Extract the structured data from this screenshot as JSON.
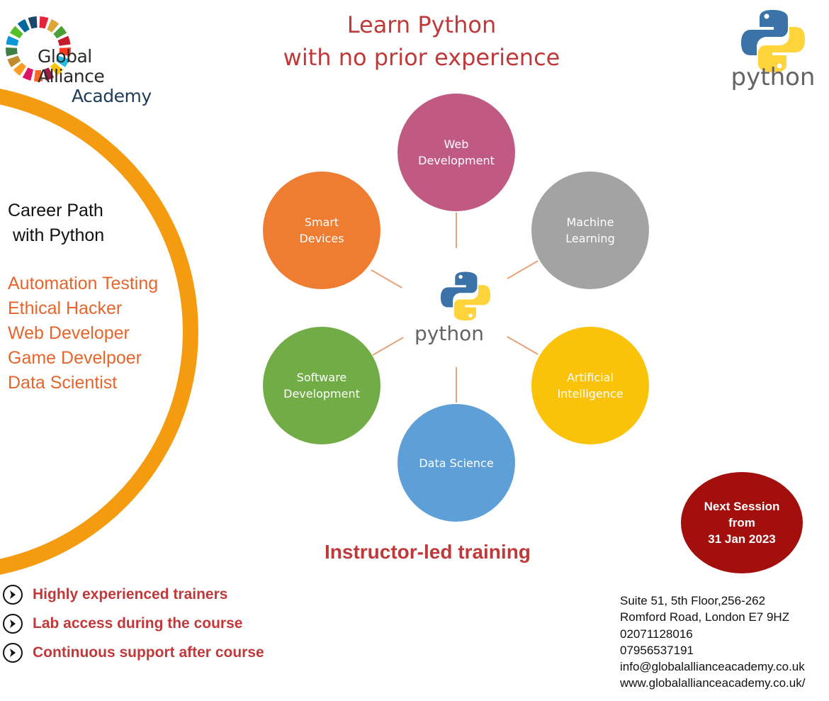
{
  "brand": {
    "logo_line1": "Global Alliance",
    "logo_line2": "Academy",
    "ring_colors": [
      "#e5243b",
      "#dda63a",
      "#4c9f38",
      "#c5192d",
      "#ff3a21",
      "#26bde2",
      "#fcc30b",
      "#a21942",
      "#fd6925",
      "#dd1367",
      "#fd9d24",
      "#bf8b2e",
      "#3f7e44",
      "#0a97d9",
      "#56c02b",
      "#00689d",
      "#19486a"
    ]
  },
  "title": {
    "line1": "Learn Python",
    "line2": "with no prior experience"
  },
  "python_logo": {
    "word": "python",
    "blue": "#3b72a7",
    "yellow": "#ffd43b"
  },
  "career": {
    "heading_line1": "Career Path",
    "heading_line2": " with Python",
    "paths": [
      "Automation Testing",
      "Ethical Hacker",
      "Web Developer",
      "Game Develpoer",
      "Data Scientist"
    ]
  },
  "diagram": {
    "center_label": "python",
    "topics": [
      {
        "line1": "Web",
        "line2": "Development",
        "color": "#c05a83"
      },
      {
        "line1": "Machine",
        "line2": "Learning",
        "color": "#a3a3a3"
      },
      {
        "line1": "Artificial",
        "line2": "Intelligence",
        "color": "#fbc20a"
      },
      {
        "line1": "Data Science",
        "line2": "",
        "color": "#5f9fd8"
      },
      {
        "line1": "Software",
        "line2": "Development",
        "color": "#71ac47"
      },
      {
        "line1": "Smart",
        "line2": "Devices",
        "color": "#ef7d31"
      }
    ]
  },
  "instructor_led": "Instructor-led training",
  "next_session": {
    "line1": "Next Session",
    "line2": "from",
    "line3": "31 Jan 2023"
  },
  "features": [
    "Highly experienced trainers",
    "Lab access during the course",
    "Continuous support after course"
  ],
  "contact": {
    "address1": "Suite 51, 5th Floor,256-262",
    "address2": "Romford Road, London E7 9HZ",
    "phone1": "02071128016",
    "phone2": "07956537191",
    "email": "info@globalallianceacademy.co.uk",
    "website": "www.globalallianceacademy.co.uk/"
  },
  "colors": {
    "accent_red": "#c0393a",
    "arc_orange": "#f59b10",
    "path_orange": "#e5652c",
    "session_red": "#a30f0d"
  }
}
